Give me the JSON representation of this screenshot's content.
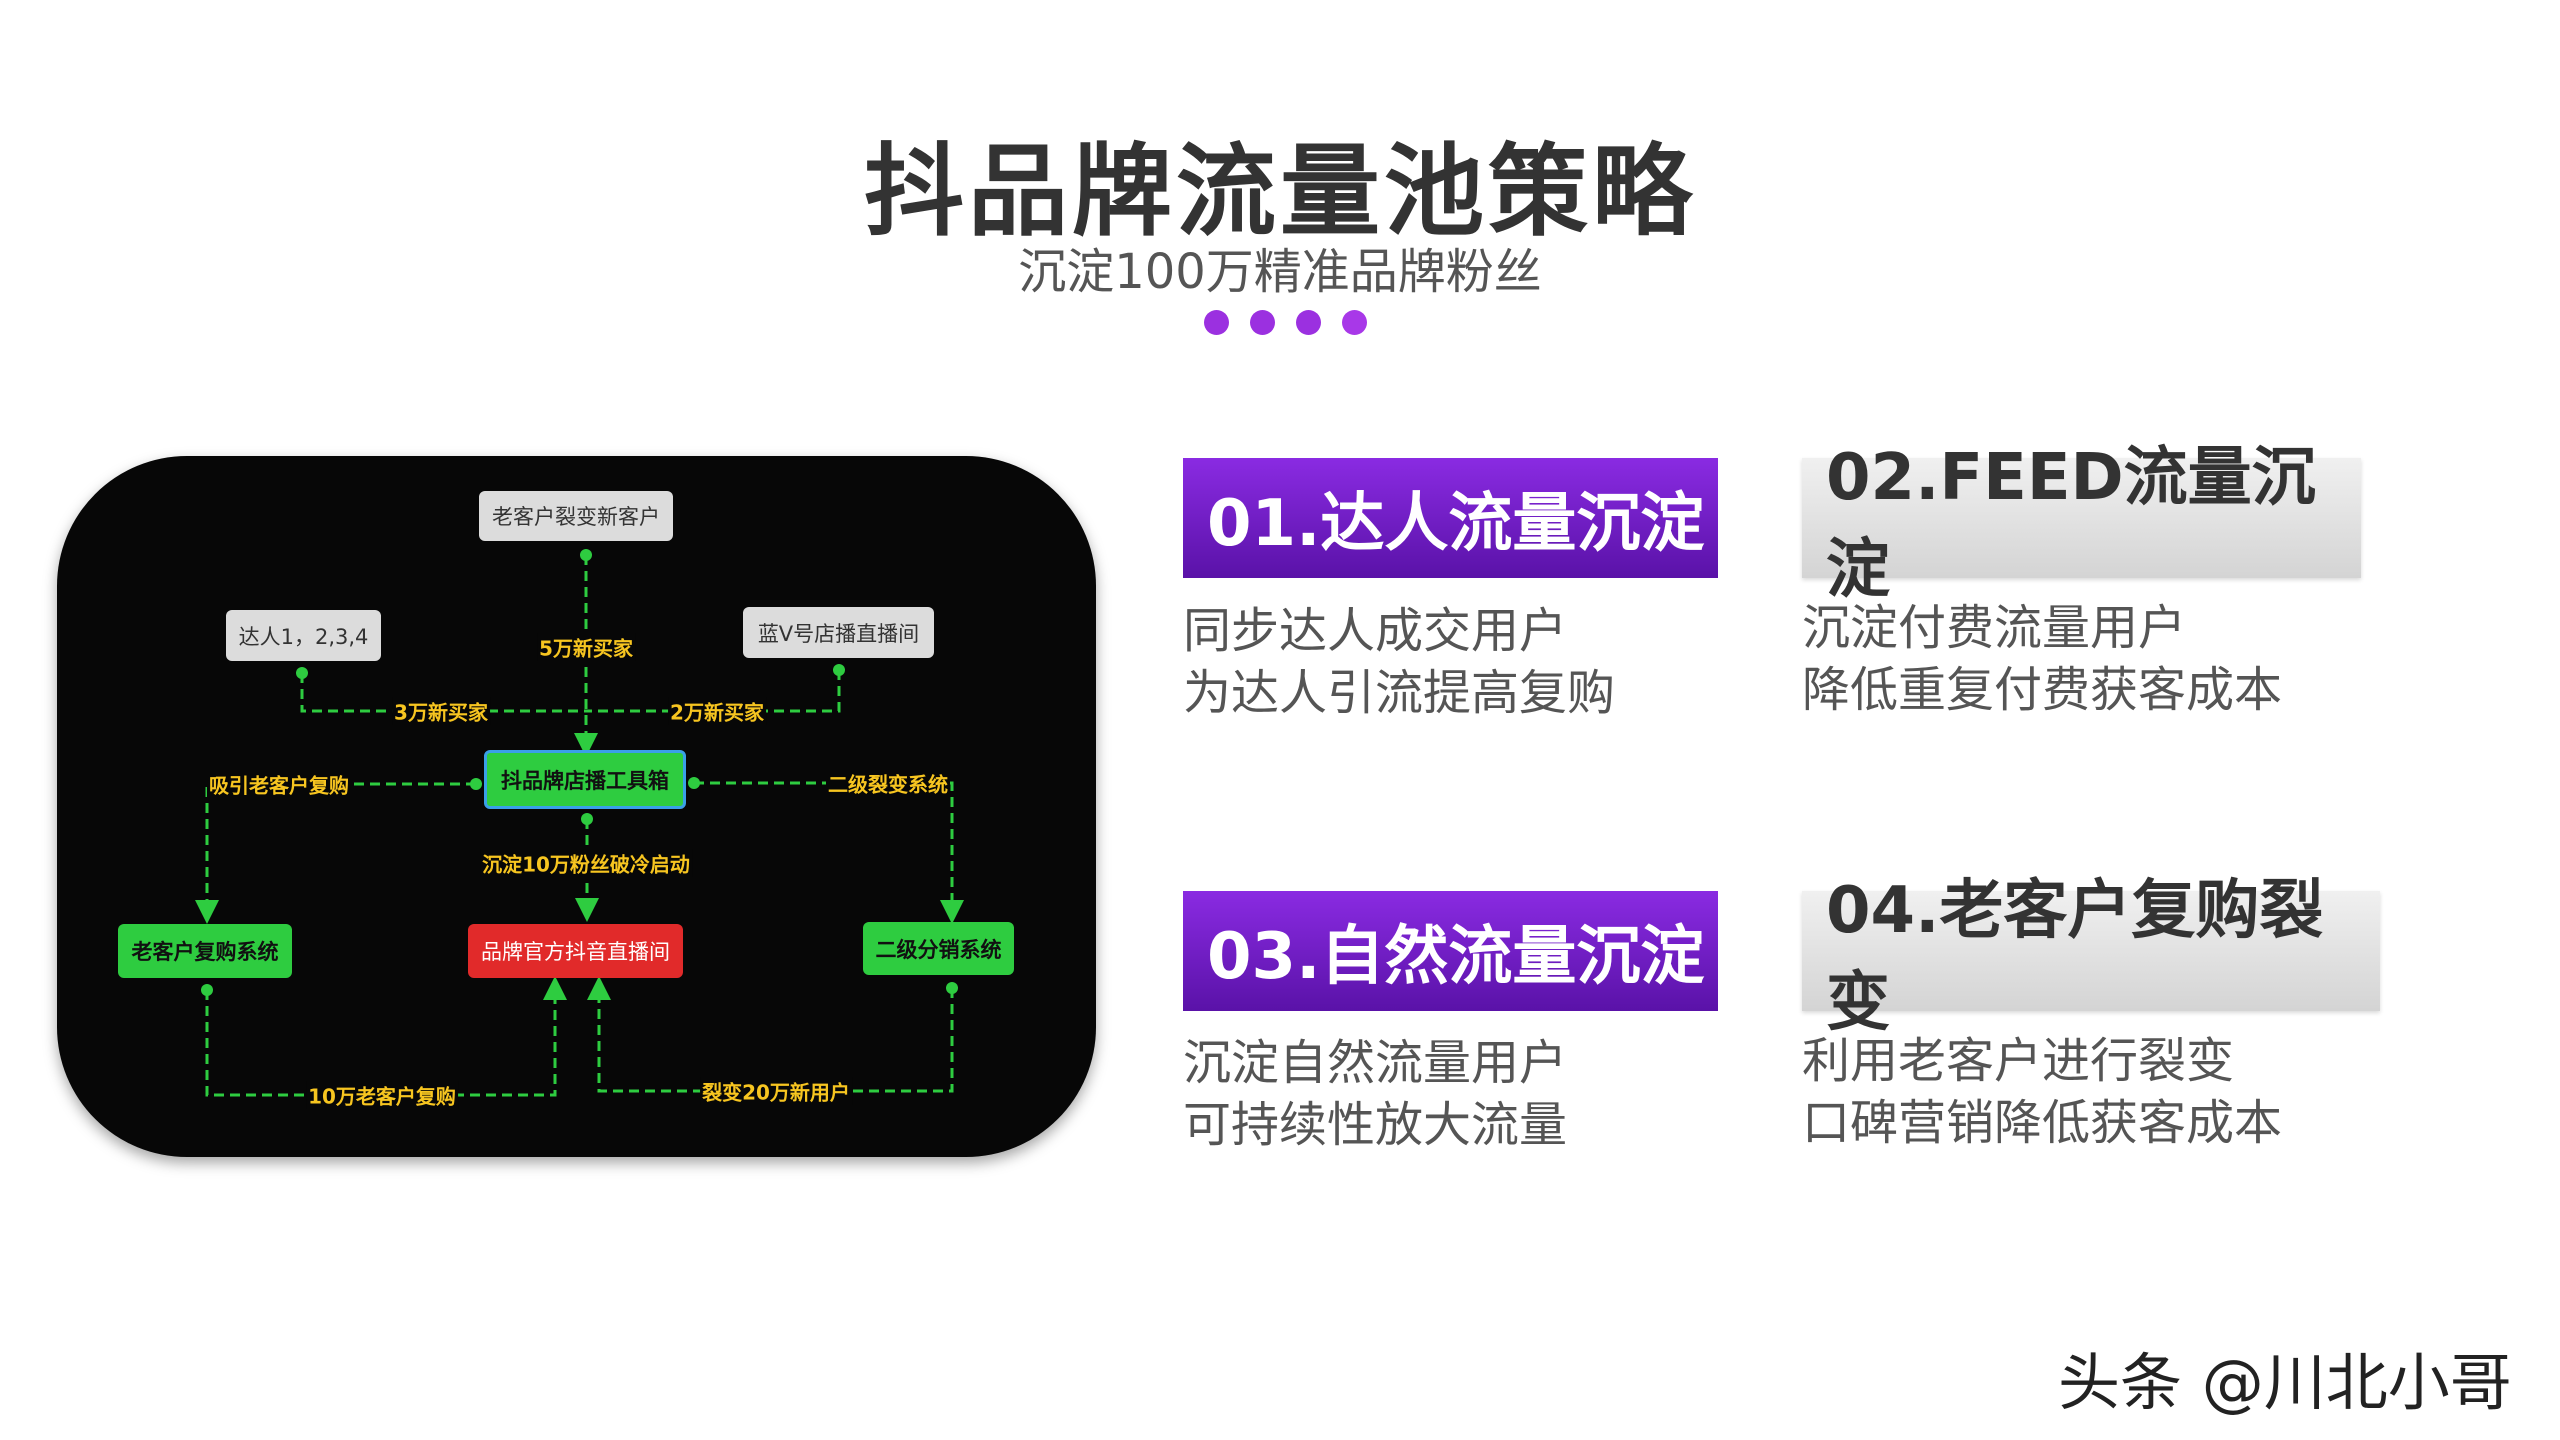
{
  "header": {
    "title": "抖品牌流量池策略",
    "subtitle": "沉淀100万精准品牌粉丝",
    "dots": [
      "#9b30e0",
      "#9b30e0",
      "#9b30e0",
      "#a838e8"
    ]
  },
  "diagram": {
    "nodes": {
      "old_to_new": "老客户裂变新客户",
      "influencers": "达人1，2,3,4",
      "bluev": "蓝V号店播直播间",
      "toolbox": "抖品牌店播工具箱",
      "repurchase": "老客户复购系统",
      "official_live": "品牌官方抖音直播间",
      "distribution": "二级分销系统"
    },
    "labels": {
      "five": "5万新买家",
      "three": "3万新买家",
      "two": "2万新买家",
      "attract": "吸引老客户复购",
      "fission": "二级裂变系统",
      "coldstart": "沉淀10万粉丝破冷启动",
      "repurchase_10": "10万老客户复购",
      "fission_20": "裂变20万新用户"
    },
    "colors": {
      "line": "#2ecc40",
      "label": "#f7c520",
      "panel": "#070707"
    }
  },
  "cards": [
    {
      "title": "01.达人流量沉淀",
      "lines": [
        "同步达人成交用户",
        "为达人引流提高复购"
      ]
    },
    {
      "title": "02.FEED流量沉淀",
      "lines": [
        "沉淀付费流量用户",
        "降低重复付费获客成本"
      ]
    },
    {
      "title": "03.自然流量沉淀",
      "lines": [
        "沉淀自然流量用户",
        "可持续性放大流量"
      ]
    },
    {
      "title": "04.老客户复购裂变",
      "lines": [
        "利用老客户进行裂变",
        "口碑营销降低获客成本"
      ]
    }
  ],
  "watermark": "头条 @川北小哥"
}
